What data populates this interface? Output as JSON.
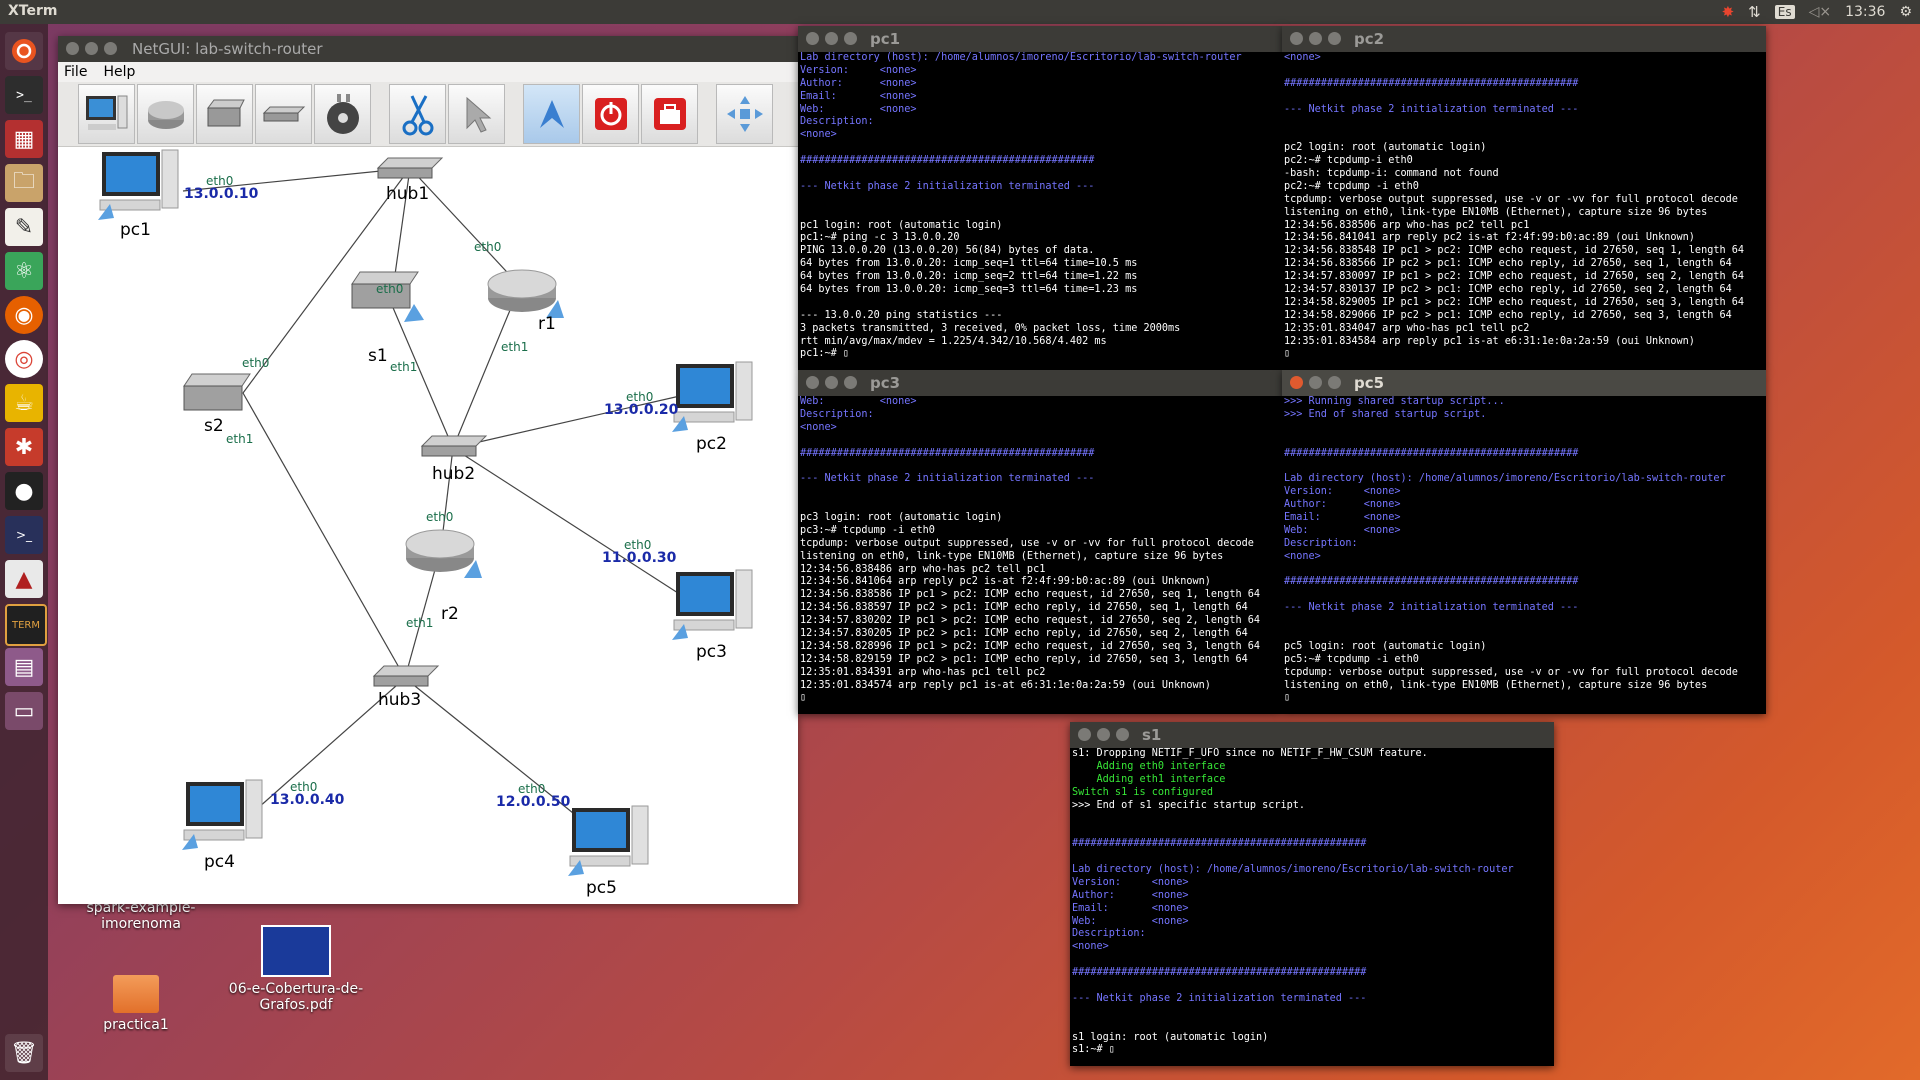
{
  "topbar": {
    "app_title": "XTerm",
    "lang": "Es",
    "time": "13:36"
  },
  "desktop": {
    "icons": [
      {
        "label": "spark-example-\nimorenoma"
      },
      {
        "label": "06-e-Cobertura-de-\nGrafos.pdf"
      },
      {
        "label": "practica1"
      }
    ]
  },
  "netgui": {
    "title": "NetGUI: lab-switch-router",
    "menu": [
      "File",
      "Help"
    ],
    "nodes": {
      "pc1": "pc1",
      "pc2": "pc2",
      "pc3": "pc3",
      "pc4": "pc4",
      "pc5": "pc5",
      "hub1": "hub1",
      "hub2": "hub2",
      "hub3": "hub3",
      "s1": "s1",
      "s2": "s2",
      "r1": "r1",
      "r2": "r2"
    },
    "labels": {
      "eth0": "eth0",
      "eth1": "eth1",
      "ip_pc1": "13.0.0.10",
      "ip_pc2": "13.0.0.20",
      "ip_pc3": "11.0.0.30",
      "ip_pc4": "13.0.0.40",
      "ip_pc5": "12.0.0.50"
    }
  },
  "terminals": {
    "pc1": {
      "title": "pc1",
      "lines": [
        {
          "t": "Lab directory (host): /home/alumnos/imoreno/Escritorio/lab-switch-router",
          "c": "blue"
        },
        {
          "t": "Version:     <none>",
          "c": "blue"
        },
        {
          "t": "Author:      <none>",
          "c": "blue"
        },
        {
          "t": "Email:       <none>",
          "c": "blue"
        },
        {
          "t": "Web:         <none>",
          "c": "blue"
        },
        {
          "t": "Description:",
          "c": "blue"
        },
        {
          "t": "<none>",
          "c": "blue"
        },
        {
          "t": "",
          "c": ""
        },
        {
          "t": "################################################",
          "c": "blue"
        },
        {
          "t": "",
          "c": ""
        },
        {
          "t": "--- Netkit phase 2 initialization terminated ---",
          "c": "blue"
        },
        {
          "t": "",
          "c": ""
        },
        {
          "t": "",
          "c": ""
        },
        {
          "t": "pc1 login: root (automatic login)",
          "c": ""
        },
        {
          "t": "pc1:~# ping -c 3 13.0.0.20",
          "c": ""
        },
        {
          "t": "PING 13.0.0.20 (13.0.0.20) 56(84) bytes of data.",
          "c": ""
        },
        {
          "t": "64 bytes from 13.0.0.20: icmp_seq=1 ttl=64 time=10.5 ms",
          "c": ""
        },
        {
          "t": "64 bytes from 13.0.0.20: icmp_seq=2 ttl=64 time=1.22 ms",
          "c": ""
        },
        {
          "t": "64 bytes from 13.0.0.20: icmp_seq=3 ttl=64 time=1.23 ms",
          "c": ""
        },
        {
          "t": "",
          "c": ""
        },
        {
          "t": "--- 13.0.0.20 ping statistics ---",
          "c": ""
        },
        {
          "t": "3 packets transmitted, 3 received, 0% packet loss, time 2000ms",
          "c": ""
        },
        {
          "t": "rtt min/avg/max/mdev = 1.225/4.342/10.568/4.402 ms",
          "c": ""
        },
        {
          "t": "pc1:~# ▯",
          "c": ""
        }
      ]
    },
    "pc2": {
      "title": "pc2",
      "lines": [
        {
          "t": "<none>",
          "c": "blue"
        },
        {
          "t": "",
          "c": ""
        },
        {
          "t": "################################################",
          "c": "blue"
        },
        {
          "t": "",
          "c": ""
        },
        {
          "t": "--- Netkit phase 2 initialization terminated ---",
          "c": "blue"
        },
        {
          "t": "",
          "c": ""
        },
        {
          "t": "",
          "c": ""
        },
        {
          "t": "pc2 login: root (automatic login)",
          "c": ""
        },
        {
          "t": "pc2:~# tcpdump-i eth0",
          "c": ""
        },
        {
          "t": "-bash: tcpdump-i: command not found",
          "c": ""
        },
        {
          "t": "pc2:~# tcpdump -i eth0",
          "c": ""
        },
        {
          "t": "tcpdump: verbose output suppressed, use -v or -vv for full protocol decode",
          "c": ""
        },
        {
          "t": "listening on eth0, link-type EN10MB (Ethernet), capture size 96 bytes",
          "c": ""
        },
        {
          "t": "12:34:56.838506 arp who-has pc2 tell pc1",
          "c": ""
        },
        {
          "t": "12:34:56.841041 arp reply pc2 is-at f2:4f:99:b0:ac:89 (oui Unknown)",
          "c": ""
        },
        {
          "t": "12:34:56.838548 IP pc1 > pc2: ICMP echo request, id 27650, seq 1, length 64",
          "c": ""
        },
        {
          "t": "12:34:56.838566 IP pc2 > pc1: ICMP echo reply, id 27650, seq 1, length 64",
          "c": ""
        },
        {
          "t": "12:34:57.830097 IP pc1 > pc2: ICMP echo request, id 27650, seq 2, length 64",
          "c": ""
        },
        {
          "t": "12:34:57.830137 IP pc2 > pc1: ICMP echo reply, id 27650, seq 2, length 64",
          "c": ""
        },
        {
          "t": "12:34:58.829005 IP pc1 > pc2: ICMP echo request, id 27650, seq 3, length 64",
          "c": ""
        },
        {
          "t": "12:34:58.829066 IP pc2 > pc1: ICMP echo reply, id 27650, seq 3, length 64",
          "c": ""
        },
        {
          "t": "12:35:01.834047 arp who-has pc1 tell pc2",
          "c": ""
        },
        {
          "t": "12:35:01.834584 arp reply pc1 is-at e6:31:1e:0a:2a:59 (oui Unknown)",
          "c": ""
        },
        {
          "t": "▯",
          "c": ""
        }
      ]
    },
    "pc3": {
      "title": "pc3",
      "lines": [
        {
          "t": "Web:         <none>",
          "c": "blue"
        },
        {
          "t": "Description:",
          "c": "blue"
        },
        {
          "t": "<none>",
          "c": "blue"
        },
        {
          "t": "",
          "c": ""
        },
        {
          "t": "################################################",
          "c": "blue"
        },
        {
          "t": "",
          "c": ""
        },
        {
          "t": "--- Netkit phase 2 initialization terminated ---",
          "c": "blue"
        },
        {
          "t": "",
          "c": ""
        },
        {
          "t": "",
          "c": ""
        },
        {
          "t": "pc3 login: root (automatic login)",
          "c": ""
        },
        {
          "t": "pc3:~# tcpdump -i eth0",
          "c": ""
        },
        {
          "t": "tcpdump: verbose output suppressed, use -v or -vv for full protocol decode",
          "c": ""
        },
        {
          "t": "listening on eth0, link-type EN10MB (Ethernet), capture size 96 bytes",
          "c": ""
        },
        {
          "t": "12:34:56.838486 arp who-has pc2 tell pc1",
          "c": ""
        },
        {
          "t": "12:34:56.841064 arp reply pc2 is-at f2:4f:99:b0:ac:89 (oui Unknown)",
          "c": ""
        },
        {
          "t": "12:34:56.838586 IP pc1 > pc2: ICMP echo request, id 27650, seq 1, length 64",
          "c": ""
        },
        {
          "t": "12:34:56.838597 IP pc2 > pc1: ICMP echo reply, id 27650, seq 1, length 64",
          "c": ""
        },
        {
          "t": "12:34:57.830202 IP pc1 > pc2: ICMP echo request, id 27650, seq 2, length 64",
          "c": ""
        },
        {
          "t": "12:34:57.830205 IP pc2 > pc1: ICMP echo reply, id 27650, seq 2, length 64",
          "c": ""
        },
        {
          "t": "12:34:58.828996 IP pc1 > pc2: ICMP echo request, id 27650, seq 3, length 64",
          "c": ""
        },
        {
          "t": "12:34:58.829159 IP pc2 > pc1: ICMP echo reply, id 27650, seq 3, length 64",
          "c": ""
        },
        {
          "t": "12:35:01.834391 arp who-has pc1 tell pc2",
          "c": ""
        },
        {
          "t": "12:35:01.834574 arp reply pc1 is-at e6:31:1e:0a:2a:59 (oui Unknown)",
          "c": ""
        },
        {
          "t": "▯",
          "c": ""
        }
      ]
    },
    "pc5": {
      "title": "pc5",
      "lines": [
        {
          "t": ">>> Running shared startup script...",
          "c": "blue"
        },
        {
          "t": ">>> End of shared startup script.",
          "c": "blue"
        },
        {
          "t": "",
          "c": ""
        },
        {
          "t": "",
          "c": ""
        },
        {
          "t": "################################################",
          "c": "blue"
        },
        {
          "t": "",
          "c": ""
        },
        {
          "t": "Lab directory (host): /home/alumnos/imoreno/Escritorio/lab-switch-router",
          "c": "blue"
        },
        {
          "t": "Version:     <none>",
          "c": "blue"
        },
        {
          "t": "Author:      <none>",
          "c": "blue"
        },
        {
          "t": "Email:       <none>",
          "c": "blue"
        },
        {
          "t": "Web:         <none>",
          "c": "blue"
        },
        {
          "t": "Description:",
          "c": "blue"
        },
        {
          "t": "<none>",
          "c": "blue"
        },
        {
          "t": "",
          "c": ""
        },
        {
          "t": "################################################",
          "c": "blue"
        },
        {
          "t": "",
          "c": ""
        },
        {
          "t": "--- Netkit phase 2 initialization terminated ---",
          "c": "blue"
        },
        {
          "t": "",
          "c": ""
        },
        {
          "t": "",
          "c": ""
        },
        {
          "t": "pc5 login: root (automatic login)",
          "c": ""
        },
        {
          "t": "pc5:~# tcpdump -i eth0",
          "c": ""
        },
        {
          "t": "tcpdump: verbose output suppressed, use -v or -vv for full protocol decode",
          "c": ""
        },
        {
          "t": "listening on eth0, link-type EN10MB (Ethernet), capture size 96 bytes",
          "c": ""
        },
        {
          "t": "▯",
          "c": ""
        }
      ]
    },
    "s1": {
      "title": "s1",
      "lines": [
        {
          "t": "s1: Dropping NETIF_F_UFO since no NETIF_F_HW_CSUM feature.",
          "c": ""
        },
        {
          "t": "    Adding eth0 interface",
          "c": "green"
        },
        {
          "t": "    Adding eth1 interface",
          "c": "green"
        },
        {
          "t": "Switch s1 is configured",
          "c": "green"
        },
        {
          "t": ">>> End of s1 specific startup script.",
          "c": ""
        },
        {
          "t": "",
          "c": ""
        },
        {
          "t": "",
          "c": ""
        },
        {
          "t": "################################################",
          "c": "blue"
        },
        {
          "t": "",
          "c": ""
        },
        {
          "t": "Lab directory (host): /home/alumnos/imoreno/Escritorio/lab-switch-router",
          "c": "blue"
        },
        {
          "t": "Version:     <none>",
          "c": "blue"
        },
        {
          "t": "Author:      <none>",
          "c": "blue"
        },
        {
          "t": "Email:       <none>",
          "c": "blue"
        },
        {
          "t": "Web:         <none>",
          "c": "blue"
        },
        {
          "t": "Description:",
          "c": "blue"
        },
        {
          "t": "<none>",
          "c": "blue"
        },
        {
          "t": "",
          "c": ""
        },
        {
          "t": "################################################",
          "c": "blue"
        },
        {
          "t": "",
          "c": ""
        },
        {
          "t": "--- Netkit phase 2 initialization terminated ---",
          "c": "blue"
        },
        {
          "t": "",
          "c": ""
        },
        {
          "t": "",
          "c": ""
        },
        {
          "t": "s1 login: root (automatic login)",
          "c": ""
        },
        {
          "t": "s1:~# ▯",
          "c": ""
        }
      ]
    }
  }
}
